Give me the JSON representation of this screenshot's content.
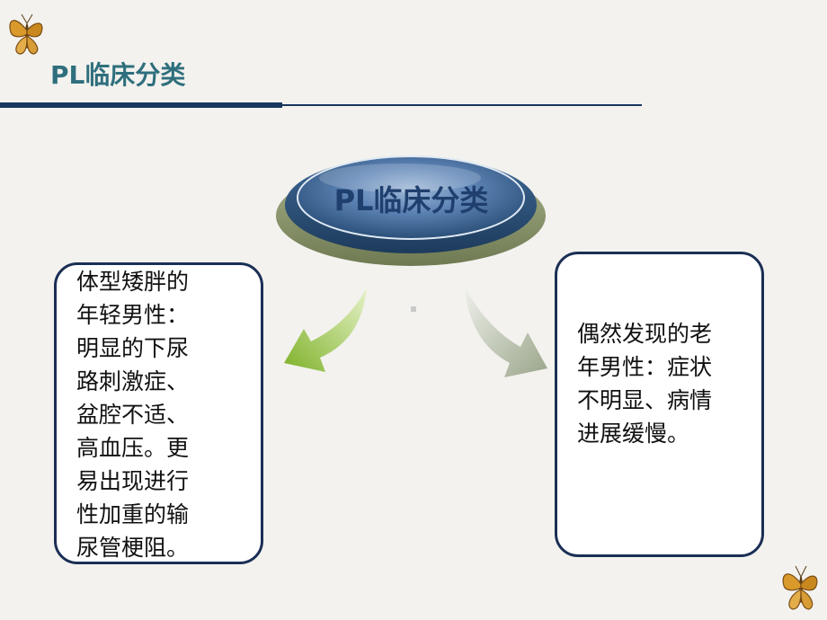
{
  "slide": {
    "title": "PL临床分类",
    "hub_label": "PL临床分类",
    "left_box_text": "体型矮胖的\n年轻男性：\n明显的下尿\n路刺激症、\n盆腔不适、\n高血压。更\n易出现进行\n性加重的输\n尿管梗阻。",
    "right_box_text": "偶然发现的老\n年男性：症状\n不明显、病情\n进展缓慢。"
  },
  "colors": {
    "title": "#2f6f7d",
    "rule": "#17365d",
    "hub_dark": "#2a4f78",
    "hub_light": "#5e84b6",
    "hub_base": "#8c9a6d",
    "left_arrow": "#8fbe3a",
    "right_arrow": "#b9c1aa",
    "box_border": "#1b2f55"
  },
  "icons": {
    "butterfly_top": "butterfly-icon",
    "butterfly_bottom": "butterfly-icon"
  }
}
